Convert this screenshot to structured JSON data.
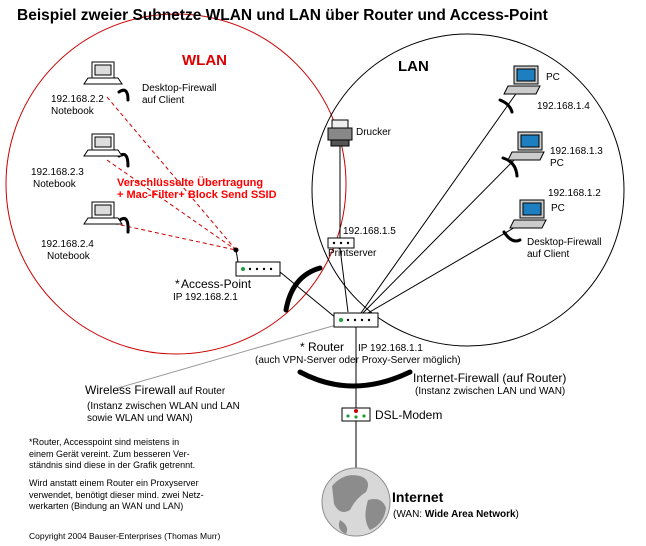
{
  "title": "Beispiel zweier Subnetze WLAN und LAN über Router und Access-Point",
  "wlan": {
    "heading": "WLAN",
    "notebook1_ip": "192.168.2.2",
    "notebook1_label": "Notebook",
    "client_firewall": "Desktop-Firewall\nauf Client",
    "notebook2_ip": "192.168.2.3",
    "notebook2_label": "Notebook",
    "notebook3_ip": "192.168.2.4",
    "notebook3_label": "Notebook",
    "encryption": "Verschlüsselte Übertragung\n+ Mac-Filter+ Block Send SSID",
    "access_point_star": "*",
    "access_point_label": "Access-Point",
    "access_point_ip": "IP 192.168.2.1"
  },
  "lan": {
    "heading": "LAN",
    "pc1_label": "PC",
    "pc1_ip": "192.168.1.4",
    "pc2_ip": "192.168.1.3",
    "pc2_label": "PC",
    "pc3_ip": "192.168.1.2",
    "pc3_label": "PC",
    "client_firewall": "Desktop-Firewall\nauf Client",
    "printer_label": "Drucker",
    "printserver_ip": "192.168.1.5",
    "printserver_label": "Printserver"
  },
  "router": {
    "star": "*",
    "label": "Router",
    "ip": "IP 192.168.1.1",
    "note": "(auch VPN-Server oder Proxy-Server möglich)"
  },
  "wireless_firewall": {
    "label": "Wireless Firewall",
    "suffix": " auf Router",
    "note": "(Instanz zwischen WLAN und LAN\nsowie WLAN und WAN)"
  },
  "internet_firewall": {
    "label": "Internet-Firewall (auf Router)",
    "note": "(Instanz zwischen LAN und WAN)"
  },
  "dsl_modem": "DSL-Modem",
  "notes": {
    "router_note": "*Router, Accesspoint sind meistens in\neinem Gerät vereint. Zum besseren Ver-\nständnis sind diese in der Grafik getrennt.",
    "proxy_note": "Wird anstatt einem Router ein Proxyserver\nverwendet, benötigt dieser mind. zwei Netz-\nwerkarten (Bindung an WAN und LAN)"
  },
  "internet": {
    "label": "Internet",
    "wan_prefix": "(WAN: ",
    "wan_bold": "Wide Area Network",
    "wan_suffix": ")"
  },
  "copyright": "Copyright 2004 Bauser-Enterprises (Thomas Murr)",
  "colors": {
    "wlan_circle": "#cc0000",
    "wlan_heading": "#dd0000",
    "encryption_text": "#ff0000",
    "dashed_link": "#cc0000",
    "device_led": "#1f9d3a",
    "pc_screen": "#1e7fc0",
    "globe": "#8c8c8c"
  }
}
